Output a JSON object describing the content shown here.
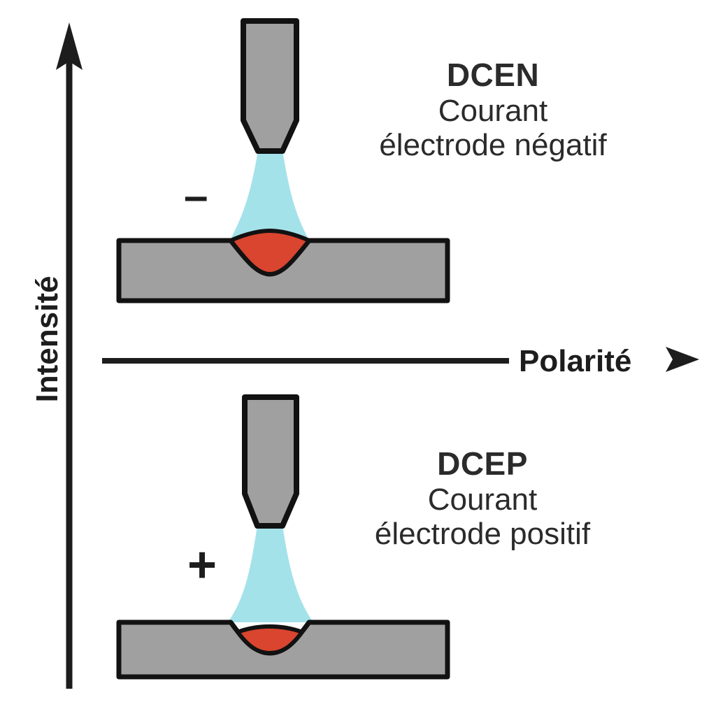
{
  "figure": {
    "background_color": "#ffffff",
    "stroke_color": "#121212",
    "metal_color": "#a0a0a0",
    "arc_color": "#a4e2ea",
    "pool_color": "#d9452f",
    "text_color": "#2b2b2b"
  },
  "axes": {
    "y_axis_label": "Intensité",
    "x_axis_label": "Polarité",
    "y_arrow_icon": "arrow-up-icon",
    "x_arrow_icon": "arrow-right-icon"
  },
  "panels": [
    {
      "id": "dcen",
      "title": "DCEN",
      "line1": "Courant",
      "line2": "électrode négatif",
      "polarity_sign": "–",
      "polarity_sign_name": "minus-sign",
      "penetration": "deep"
    },
    {
      "id": "dcep",
      "title": "DCEP",
      "line1": "Courant",
      "line2": "électrode positif",
      "polarity_sign": "+",
      "polarity_sign_name": "plus-sign",
      "penetration": "shallow"
    }
  ],
  "elements": {
    "electrode_name": "welding-electrode",
    "arc_name": "welding-arc",
    "plate_name": "base-metal-plate",
    "pool_name": "weld-pool"
  }
}
